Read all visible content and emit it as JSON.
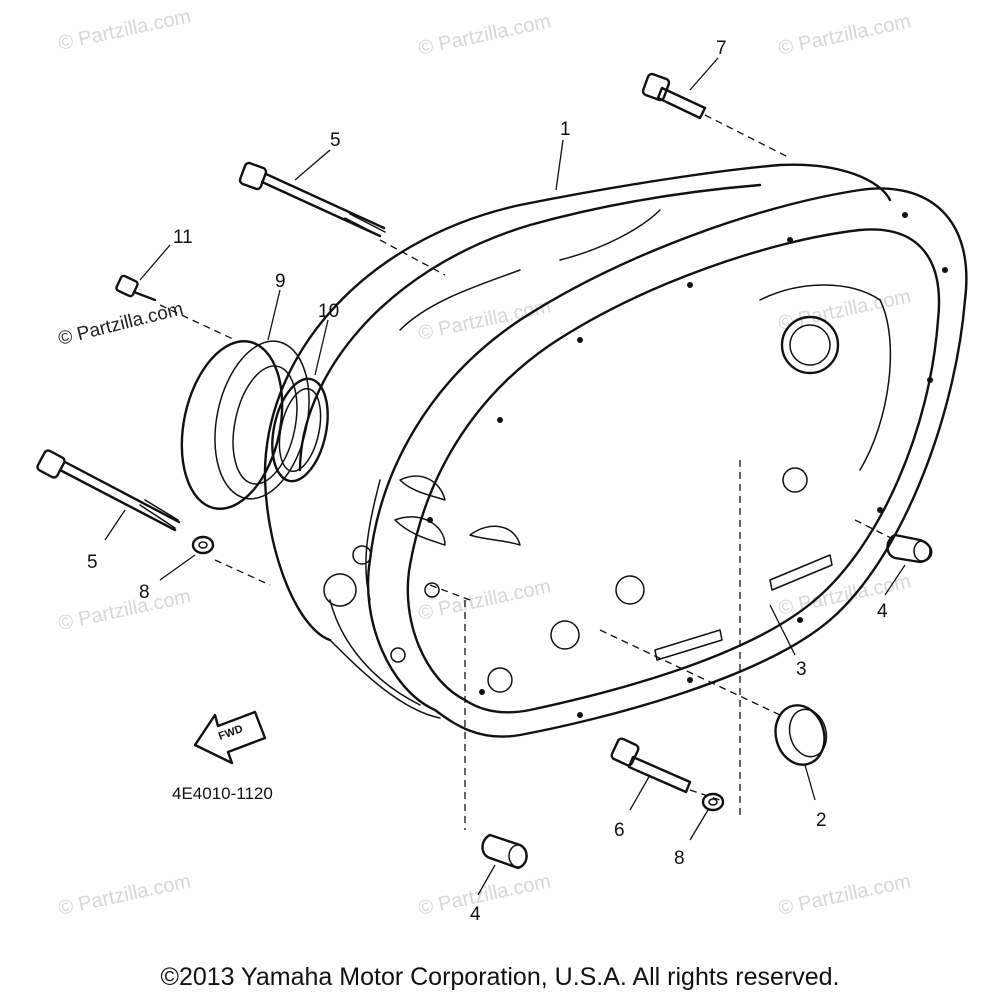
{
  "diagram": {
    "part_number": "4E4010-1120",
    "forward_arrow_label": "FWD",
    "callouts": [
      {
        "id": "c1",
        "label": "1"
      },
      {
        "id": "c2",
        "label": "2"
      },
      {
        "id": "c3",
        "label": "3"
      },
      {
        "id": "c4a",
        "label": "4"
      },
      {
        "id": "c4b",
        "label": "4"
      },
      {
        "id": "c5a",
        "label": "5"
      },
      {
        "id": "c5b",
        "label": "5"
      },
      {
        "id": "c6",
        "label": "6"
      },
      {
        "id": "c7",
        "label": "7"
      },
      {
        "id": "c8a",
        "label": "8"
      },
      {
        "id": "c8b",
        "label": "8"
      },
      {
        "id": "c9",
        "label": "9"
      },
      {
        "id": "c10",
        "label": "10"
      },
      {
        "id": "c11",
        "label": "11"
      }
    ]
  },
  "watermark": {
    "text": "© Partzilla.com",
    "dark_text": "© Partzilla.com"
  },
  "footer": {
    "copyright": "©2013 Yamaha Motor Corporation, U.S.A. All rights reserved."
  },
  "colors": {
    "ink": "#111111",
    "watermark": "#d7d7d7",
    "background": "#ffffff"
  }
}
